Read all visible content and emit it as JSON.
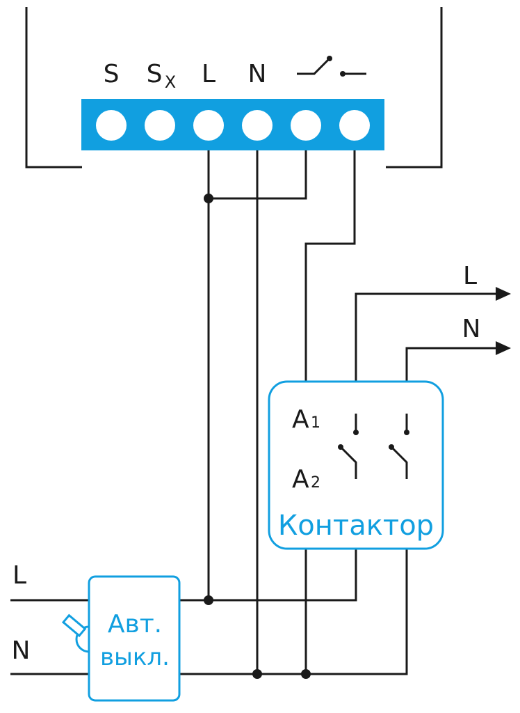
{
  "device": {
    "terminals": [
      "S",
      "S",
      "L",
      "N"
    ],
    "sx_subscript": "X",
    "relay_terminal_icon": "switch-contact-icon"
  },
  "outputs": {
    "l_label": "L",
    "n_label": "N"
  },
  "contactor": {
    "a1": "A",
    "a1_sub": "1",
    "a2": "A",
    "a2_sub": "2",
    "title": "Контактор"
  },
  "inputs": {
    "l_label": "L",
    "n_label": "N"
  },
  "breaker": {
    "line1": "Авт.",
    "line2": "выкл."
  },
  "colors": {
    "accent": "#119fe0",
    "wire": "#1a1a1a"
  }
}
